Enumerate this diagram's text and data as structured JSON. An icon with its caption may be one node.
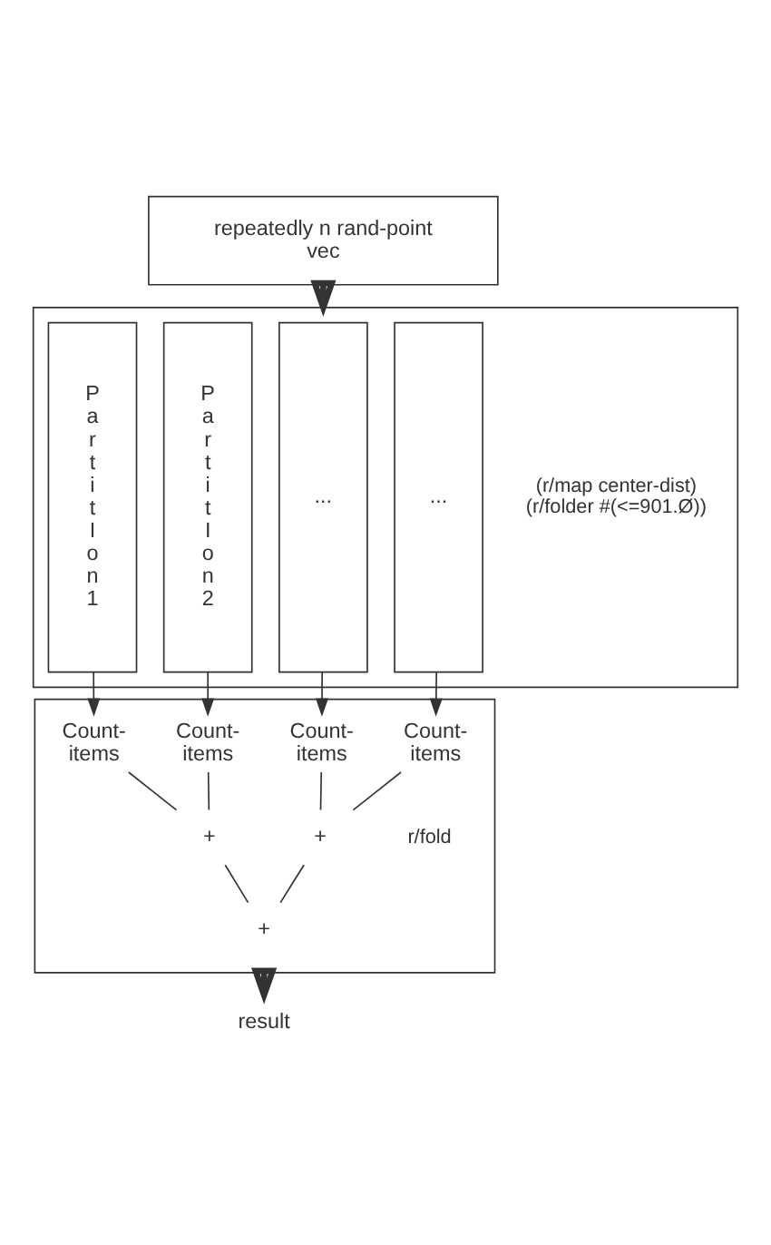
{
  "diagram": {
    "nodes": [
      {
        "text": [
          "repeatedly n rand-point vec"
        ]
      },
      {
        "text": [],
        "shape": "box",
        "beside": [
          "(r/map center-dist)",
          "(r/folder #(<=901.Ø))"
        ]
      },
      {
        "text": [
          "P a r t i t I o n 1"
        ],
        "in": 1
      },
      {
        "text": [
          "P a r t i t I o n 2"
        ],
        "in": 1
      },
      {
        "text": [
          "..."
        ],
        "in": 1
      },
      {
        "text": [
          "..."
        ],
        "in": 1
      },
      {
        "text": [],
        "shape": "box",
        "beside": [
          "r/fold"
        ]
      },
      {
        "text": [
          "Count- items"
        ],
        "in": 6
      },
      {
        "text": [
          "Count- items"
        ],
        "in": 6
      },
      {
        "text": [
          "Count- items"
        ],
        "in": 6
      },
      {
        "text": [
          "Count- items"
        ],
        "in": 6
      },
      {
        "text": [
          "+"
        ],
        "in": 6
      },
      {
        "text": [
          "+"
        ],
        "in": 6
      },
      {
        "text": [
          "+"
        ],
        "in": 6
      },
      {
        "text": [
          "result"
        ]
      }
    ],
    "edges": [
      {
        "from": 0,
        "to": 1,
        "arrow": "to",
        "style": "thick"
      },
      {
        "from": 2,
        "to": 7,
        "arrow": "to"
      },
      {
        "from": 3,
        "to": 8,
        "arrow": "to"
      },
      {
        "from": 4,
        "to": 9,
        "arrow": "to"
      },
      {
        "from": 5,
        "to": 10,
        "arrow": "to"
      },
      {
        "from": 7,
        "to": 11,
        "arrow": "none"
      },
      {
        "from": 8,
        "to": 11,
        "arrow": "none"
      },
      {
        "from": 9,
        "to": 12,
        "arrow": "none"
      },
      {
        "from": 10,
        "to": 12,
        "arrow": "none"
      },
      {
        "from": 11,
        "to": 13,
        "arrow": "none"
      },
      {
        "from": 12,
        "to": 13,
        "arrow": "none"
      },
      {
        "from": 6,
        "to": 14,
        "arrow": "to",
        "style": "thick"
      }
    ]
  }
}
